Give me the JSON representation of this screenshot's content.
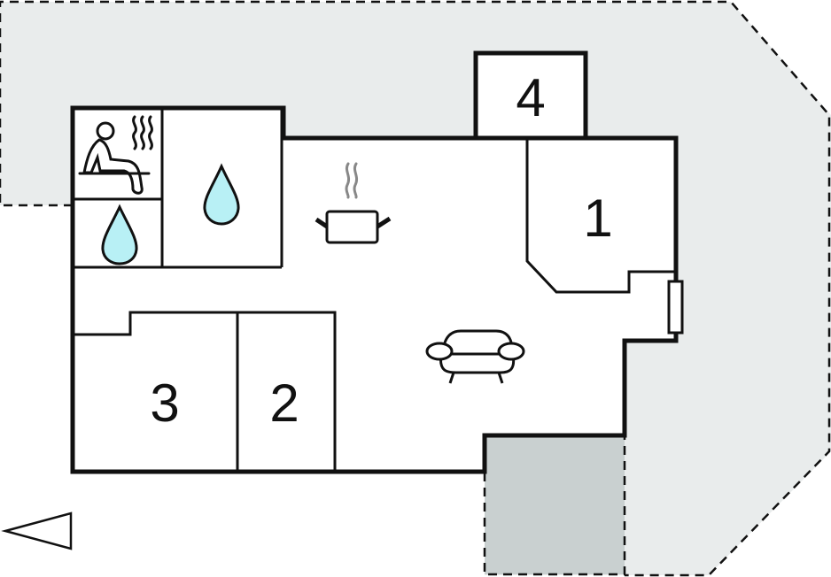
{
  "floor_plan": {
    "rooms": [
      {
        "label": "1",
        "type": "bedroom"
      },
      {
        "label": "2",
        "type": "bedroom"
      },
      {
        "label": "3",
        "type": "bedroom"
      },
      {
        "label": "4",
        "type": "bedroom"
      }
    ],
    "icons": [
      "sauna-icon",
      "shower-drop-icon",
      "bath-drop-icon",
      "kitchen-pot-icon",
      "armchair-icon",
      "north-arrow-icon"
    ],
    "colors": {
      "terrace": "#e9ecec",
      "covered_area": "#c9d0d0",
      "water": "#b8f0f5",
      "wall": "#111111"
    }
  }
}
